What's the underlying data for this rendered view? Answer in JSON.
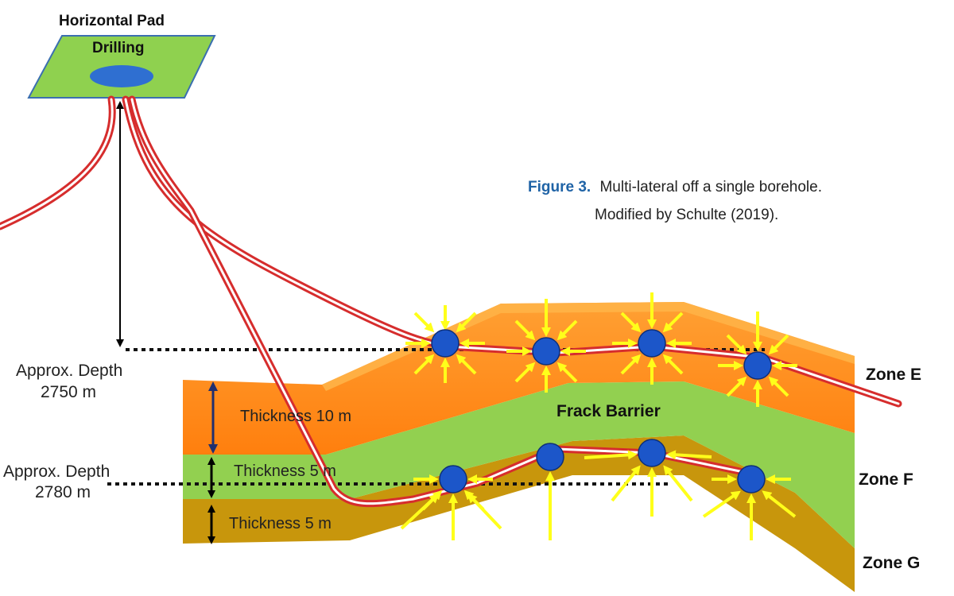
{
  "pad": {
    "title": "Horizontal Pad",
    "subtitle": "Drilling"
  },
  "caption": {
    "figure_label": "Figure 3.",
    "line1": "Multi-lateral off a single borehole.",
    "line2": "Modified by Schulte (2019)."
  },
  "depths": [
    {
      "label": "Approx. Depth",
      "value": "2750 m"
    },
    {
      "label": "Approx. Depth",
      "value": "2780 m"
    }
  ],
  "thickness": [
    {
      "text": "Thickness 10 m"
    },
    {
      "text": "Thickness 5 m"
    },
    {
      "text": "Thickness 5 m"
    }
  ],
  "barrier_label": "Frack Barrier",
  "zones": [
    "Zone E",
    "Zone F",
    "Zone G"
  ],
  "colors": {
    "pad": "#8fd14f",
    "pad_hole": "#2f6fd1",
    "zone_e": "#ff8c1a",
    "zone_e_top": "#ffb347",
    "barrier": "#92d050",
    "zone_g": "#c8960c",
    "wellbore": "#d62d2d",
    "frac_arrow": "#ffff1a",
    "node": "#1c56c9",
    "caption_blue": "#1f63a6"
  }
}
